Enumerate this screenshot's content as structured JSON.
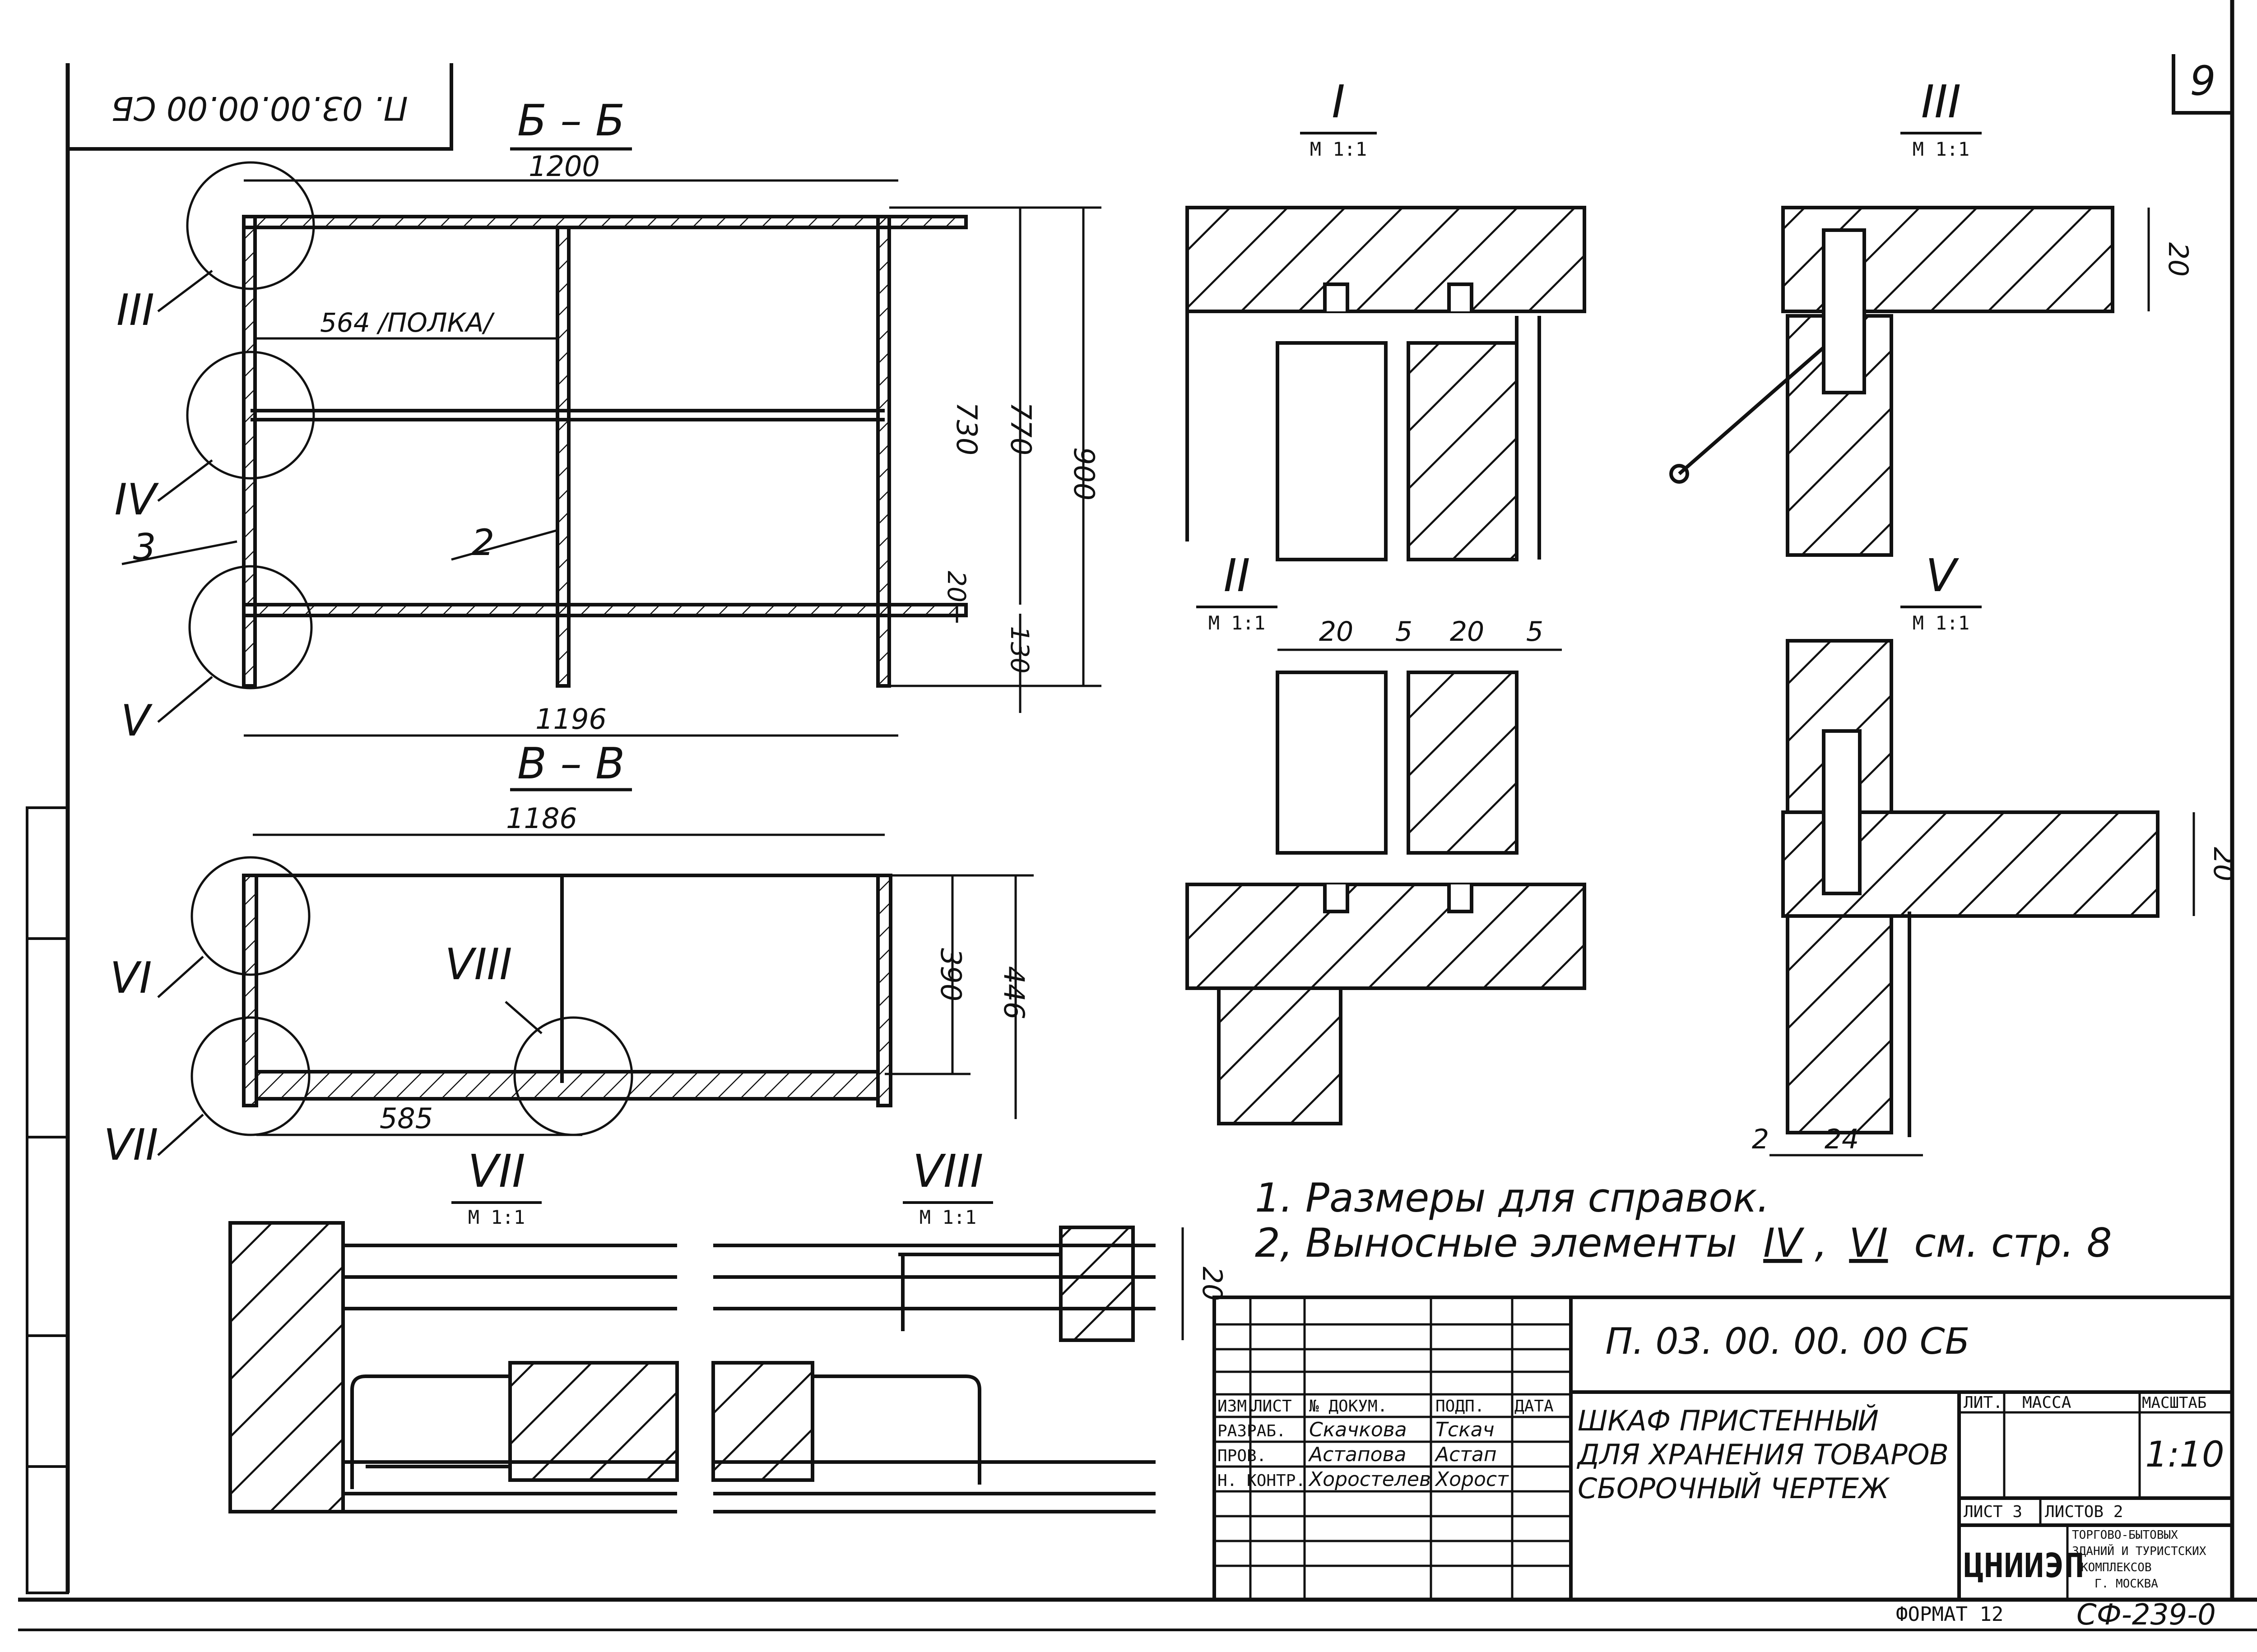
{
  "frame": {
    "stamp_code_rotated": "П. 03.00.00.00 СБ",
    "page_number": "9"
  },
  "sections": {
    "bb": {
      "title": "Б – Б",
      "dim_1200": "1200",
      "dim_564": "564 /ПОЛКА/",
      "dim_730": "730",
      "dim_770": "770",
      "dim_900": "900",
      "dim_20": "20",
      "dim_130": "130",
      "dim_1196": "1196",
      "callout_3": "3",
      "callout_2": "2"
    },
    "vv": {
      "title": "В – В",
      "dim_1186": "1186",
      "dim_390": "390",
      "dim_446": "446",
      "dim_585": "585"
    }
  },
  "callouts": {
    "III": "III",
    "IV": "IV",
    "V": "V",
    "VI": "VI",
    "VII": "VII",
    "VIII": "VIII"
  },
  "details": {
    "d1": {
      "title": "I",
      "scale": "М 1:1"
    },
    "d2": {
      "title": "II",
      "scale": "М 1:1",
      "dim_a": "20",
      "dim_b": "5",
      "dim_c": "20",
      "dim_d": "5"
    },
    "d3": {
      "title": "III",
      "scale": "М 1:1",
      "dim": "20"
    },
    "d5": {
      "title": "V",
      "scale": "М 1:1",
      "dim_20": "20",
      "dim_2": "2",
      "dim_24": "24"
    },
    "d7": {
      "title": "VII",
      "scale": "М 1:1"
    },
    "d8": {
      "title": "VIII",
      "scale": "М 1:1",
      "dim": "20"
    }
  },
  "notes": {
    "n1": "1. Размеры для справок.",
    "n2_prefix": "2, Выносные элементы",
    "n2_ref_a": "IV",
    "n2_sep": ",",
    "n2_ref_b": "VI",
    "n2_suffix": "см. стр. 8"
  },
  "title_block": {
    "designation": "П. 03. 00. 00. 00 СБ",
    "name_line1": "ШКАФ ПРИСТЕННЫЙ",
    "name_line2": "ДЛЯ ХРАНЕНИЯ ТОВАРОВ",
    "name_line3": "СБОРОЧНЫЙ ЧЕРТЕЖ",
    "hdr_izm": "ИЗМ.",
    "hdr_list": "ЛИСТ",
    "hdr_ndok": "№ ДОКУМ.",
    "hdr_podp": "ПОДП.",
    "hdr_data": "ДАТА",
    "role_razrab": "РАЗРАБ.",
    "role_prov": "ПРОВ.",
    "role_nkontr": "Н. КОНТР.",
    "name_razrab": "Скачкова",
    "name_prov": "Астапова",
    "name_nkontr": "Хоростелев",
    "sig_razrab": "Тскач",
    "sig_prov": "Астап",
    "sig_nkontr": "Хорост",
    "col_lit": "ЛИТ.",
    "col_massa": "МАССА",
    "col_masshtab": "МАСШТАБ",
    "scale_value": "1:10",
    "sheet_label": "ЛИСТ 3",
    "sheets_label": "ЛИСТОВ 2",
    "org_logo": "ЦНИИЭП",
    "org_line1": "ТОРГОВО-БЫТОВЫХ",
    "org_line2": "ЗДАНИЙ И ТУРИСТСКИХ",
    "org_line3": "КОМПЛЕКСОВ",
    "org_line4": "Г. МОСКВА"
  },
  "footer": {
    "format": "ФОРМАТ 12",
    "code": "СФ-239-0"
  }
}
